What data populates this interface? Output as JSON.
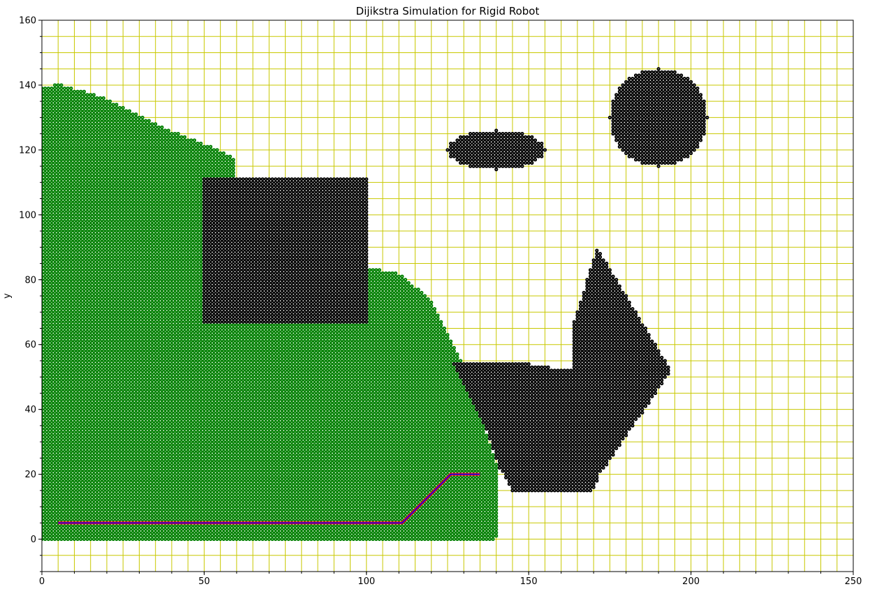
{
  "chart_data": {
    "type": "scatter",
    "title": "Dijikstra Simulation for Rigid Robot",
    "xlabel": "",
    "ylabel": "y",
    "xlim": [
      0,
      250
    ],
    "ylim": [
      -10,
      160
    ],
    "xticks": [
      "0",
      "50",
      "100",
      "150",
      "200",
      "250"
    ],
    "yticks": [
      "0",
      "20",
      "40",
      "60",
      "80",
      "100",
      "120",
      "140",
      "160"
    ],
    "grid": true,
    "grid_color": "#c8c800",
    "minor_step": 5,
    "colors": {
      "explored": "#008000",
      "obstacle": "#000000",
      "path_outer": "#ff0000",
      "path_inner": "#0000ff",
      "marker_center": "#ffffff"
    },
    "explored_region": {
      "boundary_polygon": [
        [
          0,
          0
        ],
        [
          0,
          139
        ],
        [
          5,
          140.5
        ],
        [
          20,
          136
        ],
        [
          40,
          126
        ],
        [
          55,
          120
        ],
        [
          60,
          117
        ],
        [
          60,
          110
        ],
        [
          100,
          84
        ],
        [
          110,
          82
        ],
        [
          120,
          74
        ],
        [
          130,
          54
        ],
        [
          140,
          24
        ],
        [
          141,
          5
        ],
        [
          140,
          0
        ]
      ],
      "grid_step": 1
    },
    "obstacles": [
      {
        "name": "rectangle",
        "shape": "polygon",
        "points": [
          [
            50,
            67
          ],
          [
            101,
            67
          ],
          [
            101,
            112
          ],
          [
            50,
            112
          ]
        ]
      },
      {
        "name": "ellipse",
        "shape": "ellipse",
        "cx": 140,
        "cy": 120,
        "rx": 15,
        "ry": 6
      },
      {
        "name": "circle",
        "shape": "ellipse",
        "cx": 190,
        "cy": 130,
        "rx": 15,
        "ry": 15
      },
      {
        "name": "concave-polygon",
        "shape": "polygon",
        "points": [
          [
            126,
            55
          ],
          [
            145,
            55
          ],
          [
            163,
            52
          ],
          [
            164,
            67
          ],
          [
            171,
            90
          ],
          [
            194,
            52
          ],
          [
            172,
            20
          ],
          [
            170,
            15
          ],
          [
            145,
            15
          ],
          [
            141,
            22
          ],
          [
            136,
            36
          ]
        ]
      }
    ],
    "path": {
      "x": [
        5,
        111,
        126,
        135
      ],
      "y": [
        5,
        5,
        20,
        20
      ]
    }
  }
}
